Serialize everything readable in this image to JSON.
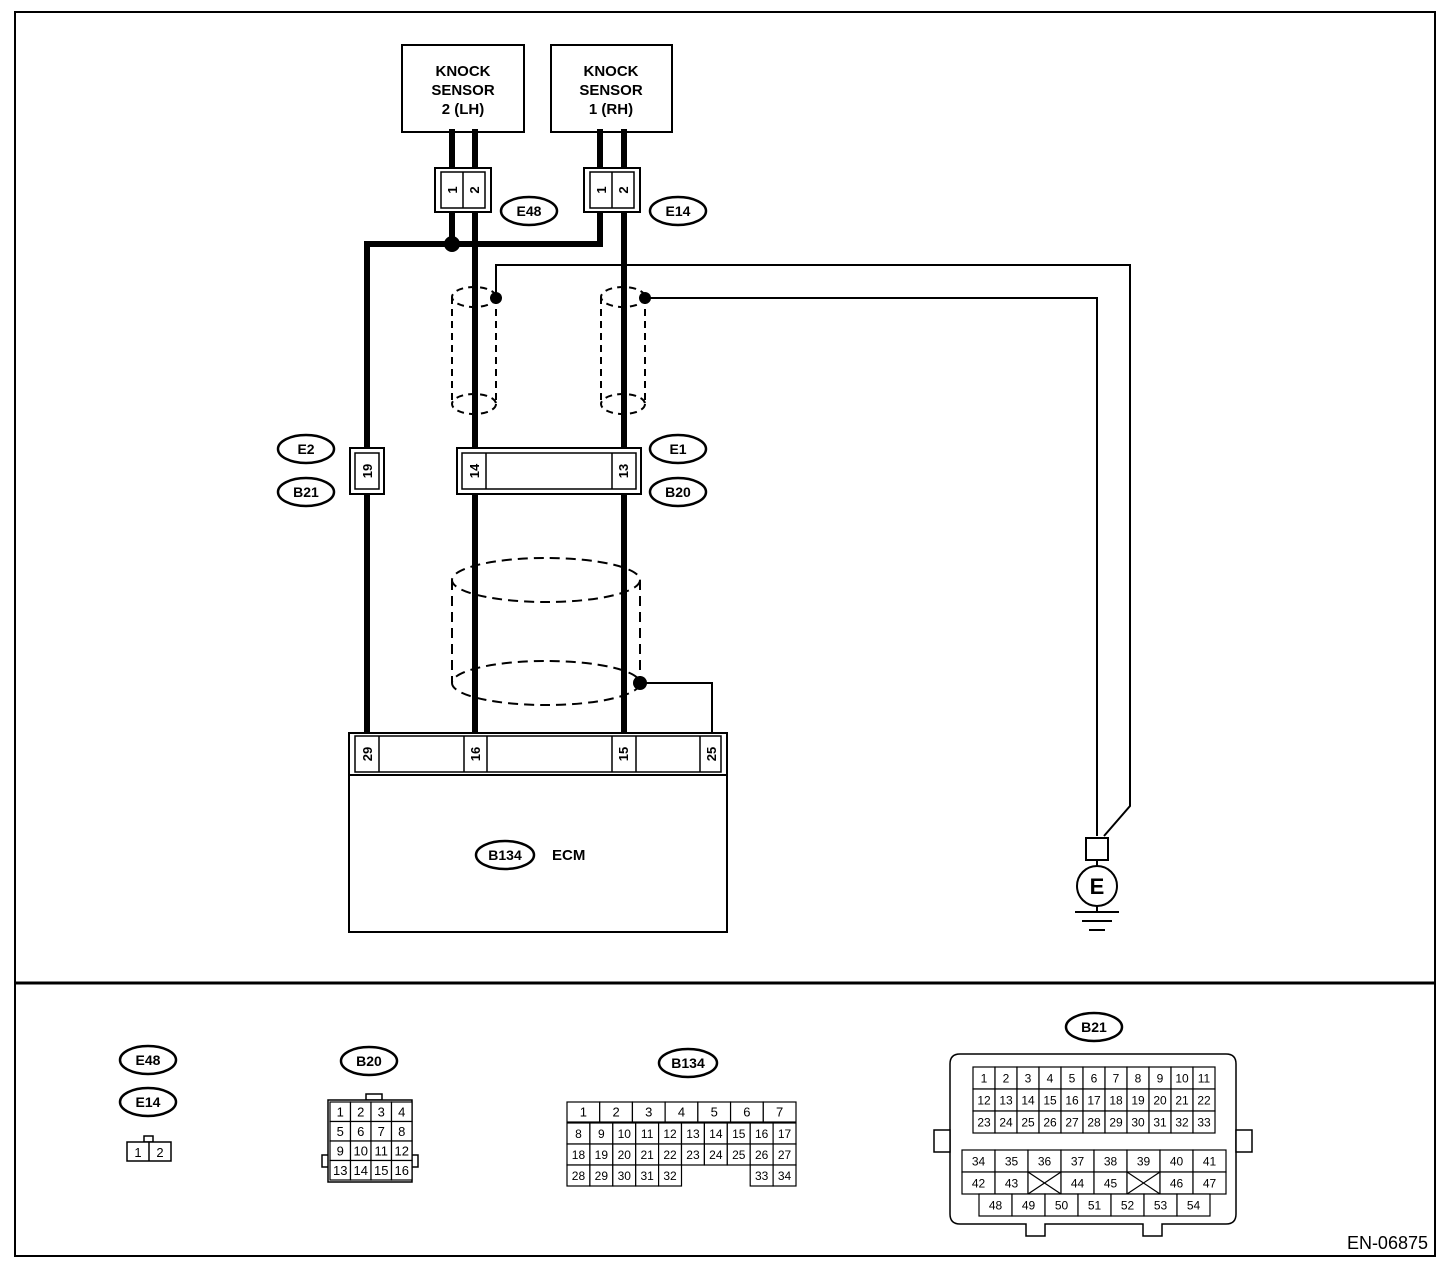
{
  "components": {
    "knock_sensor_2": [
      "KNOCK",
      "SENSOR",
      "2 (LH)"
    ],
    "knock_sensor_1": [
      "KNOCK",
      "SENSOR",
      "1 (RH)"
    ],
    "ecm_label": "ECM",
    "ground_label": "E"
  },
  "connector_ids": {
    "e48": "E48",
    "e14": "E14",
    "e2": "E2",
    "b21": "B21",
    "e1": "E1",
    "b20": "B20",
    "b134": "B134"
  },
  "pins": {
    "e48_1": "1",
    "e48_2": "2",
    "e14_1": "1",
    "e14_2": "2",
    "p19": "19",
    "p14": "14",
    "p13": "13",
    "p29": "29",
    "p16": "16",
    "p15": "15",
    "p25": "25"
  },
  "footer": {
    "e48_label": "E48",
    "e14_label": "E14",
    "e48_e14_pins": [
      "1",
      "2"
    ],
    "b20_label": "B20",
    "b20_pins": [
      [
        "1",
        "2",
        "3",
        "4"
      ],
      [
        "5",
        "6",
        "7",
        "8"
      ],
      [
        "9",
        "10",
        "11",
        "12"
      ],
      [
        "13",
        "14",
        "15",
        "16"
      ]
    ],
    "b134_label": "B134",
    "b134_top": [
      "1",
      "2",
      "3",
      "4",
      "5",
      "6",
      "7"
    ],
    "b134_rows": [
      [
        "8",
        "9",
        "10",
        "11",
        "12",
        "13",
        "14",
        "15",
        "16",
        "17"
      ],
      [
        "18",
        "19",
        "20",
        "21",
        "22",
        "23",
        "24",
        "25",
        "26",
        "27"
      ],
      [
        "28",
        "29",
        "30",
        "31",
        "32",
        "",
        "",
        "",
        "33",
        "34"
      ]
    ],
    "b21_label": "B21",
    "b21_upper": [
      [
        "1",
        "2",
        "3",
        "4",
        "5",
        "6",
        "7",
        "8",
        "9",
        "10",
        "11"
      ],
      [
        "12",
        "13",
        "14",
        "15",
        "16",
        "17",
        "18",
        "19",
        "20",
        "21",
        "22"
      ],
      [
        "23",
        "24",
        "25",
        "26",
        "27",
        "28",
        "29",
        "30",
        "31",
        "32",
        "33"
      ]
    ],
    "b21_lower": [
      [
        "34",
        "35",
        "36",
        "37",
        "38",
        "39",
        "40",
        "41"
      ],
      [
        "42",
        "43",
        "X",
        "44",
        "45",
        "X",
        "46",
        "47"
      ]
    ],
    "b21_bottom": [
      "48",
      "49",
      "50",
      "51",
      "52",
      "53",
      "54"
    ]
  },
  "doc_code": "EN-06875"
}
